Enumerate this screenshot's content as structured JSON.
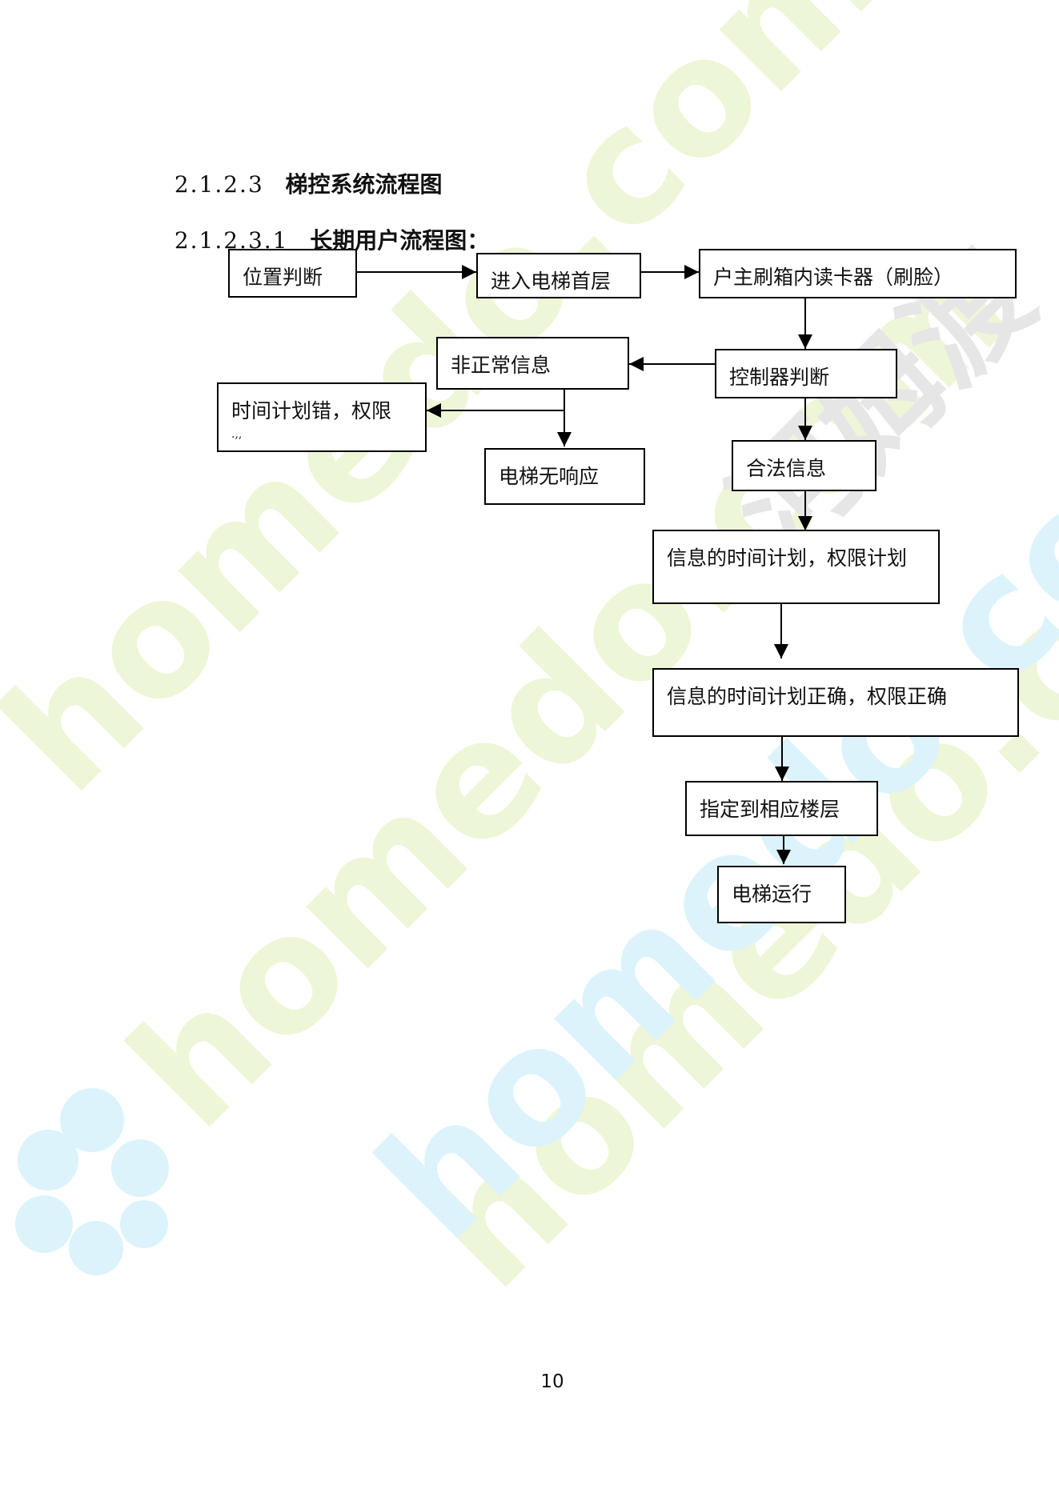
{
  "headings": {
    "h1": {
      "number": "2.1.2.3",
      "title": "梯控系统流程图"
    },
    "h2": {
      "number": "2.1.2.3.1",
      "title": "长期用户流程图："
    }
  },
  "flowchart": {
    "nodes": {
      "position_check": "位置判断",
      "enter_first_floor": "进入电梯首层",
      "card_reader": "户主刷箱内读卡器（刷脸）",
      "abnormal_info": "非正常信息",
      "controller_check": "控制器判断",
      "schedule_error": "时间计划错，权限",
      "schedule_error_extra": ".,,",
      "elevator_no_response": "电梯无响应",
      "valid_info": "合法信息",
      "schedule_permission": "信息的时间计划，权限计划",
      "schedule_correct": "信息的时间计划正确，权限正确",
      "assign_floor": "指定到相应楼层",
      "elevator_running": "电梯运行"
    }
  },
  "watermark": {
    "text": "homedo.com",
    "brand_cn": "河姆渡",
    "colors": {
      "green": "#eef6d8",
      "blue": "#dcf3fb",
      "gray": "#e6e6e6"
    }
  },
  "page_number": "10"
}
